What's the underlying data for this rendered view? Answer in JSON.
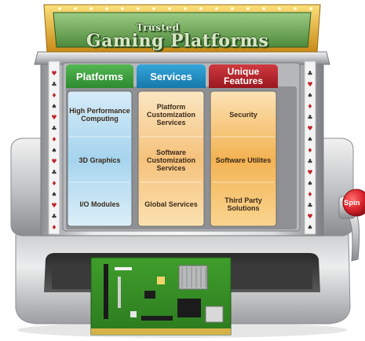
{
  "sign": {
    "line1": "Trusted",
    "line2": "Gaming Platforms"
  },
  "columns": [
    {
      "header": "Platforms",
      "cells": [
        "High Performance Computing",
        "3D Graphics",
        "I/O Modules"
      ]
    },
    {
      "header": "Services",
      "cells": [
        "Platform Customization Services",
        "Software Customization Services",
        "Global Services"
      ]
    },
    {
      "header": "Unique Features",
      "cells": [
        "Security",
        "Software Utilites",
        "Third Party Solutions"
      ]
    }
  ],
  "lever": {
    "label": "Spin"
  },
  "colors": {
    "platforms_header": "#3a9a3c",
    "services_header": "#1f8fc4",
    "features_header": "#b3202a",
    "platforms_cell": "#8fc6e6",
    "services_cell": "#f3c98a",
    "features_cell": "#f6b85a",
    "cell_text": "#3b2a1a",
    "sign_green": "#6ca154",
    "lever_red": "#d8232a"
  },
  "icons": {
    "card": "pcb-card-icon",
    "lever": "lever-knob-icon",
    "suits": "card-suit-icon"
  }
}
